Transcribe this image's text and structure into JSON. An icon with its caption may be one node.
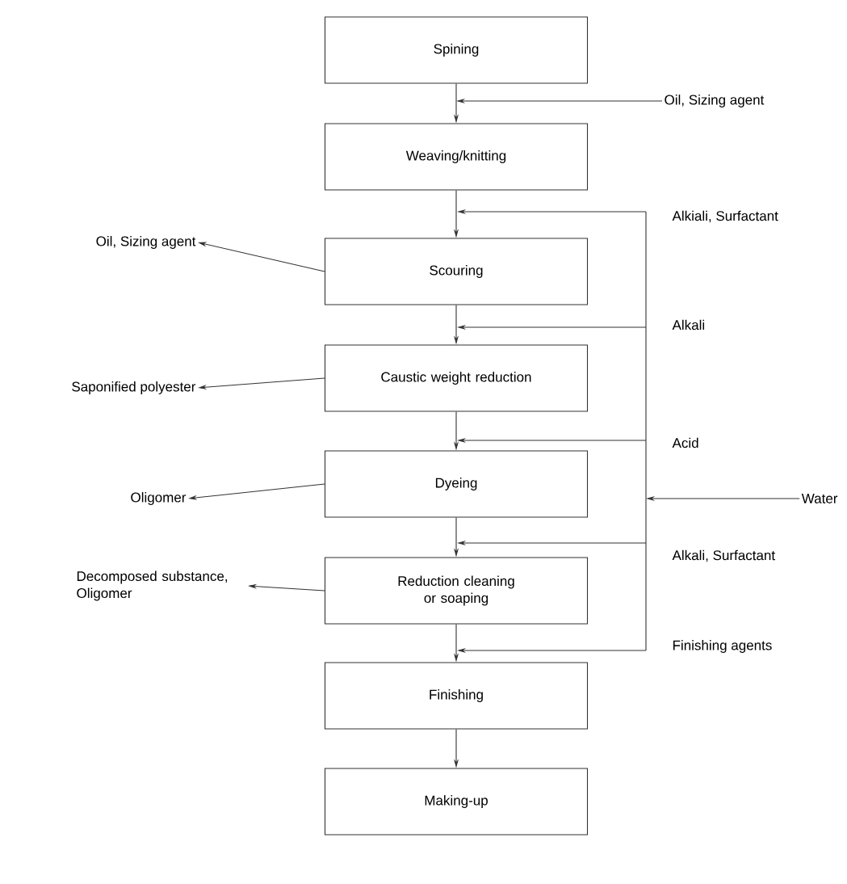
{
  "diagram": {
    "nodes": [
      {
        "text": [
          "Spining"
        ]
      },
      {
        "text": [
          "Weaving/knitting"
        ]
      },
      {
        "text": [
          "Scouring"
        ]
      },
      {
        "text": [
          "Caustic weight reduction"
        ]
      },
      {
        "text": [
          "Dyeing"
        ]
      },
      {
        "text": [
          "Reduction cleaning or soaping"
        ]
      },
      {
        "text": [
          "Finishing"
        ]
      },
      {
        "text": [
          "Making-up"
        ]
      },
      {
        "text": [
          "Oil, Sizing agent"
        ]
      },
      {
        "text": [
          "Oil, Sizing agent"
        ]
      },
      {
        "text": [
          "Saponified polyester"
        ]
      },
      {
        "text": [
          "Oligomer"
        ]
      },
      {
        "text": [
          "Water"
        ]
      },
      {
        "text": [
          "Decomposed substance, Oligomer"
        ]
      }
    ],
    "edges": [
      {
        "from": 0,
        "to": 1,
        "arrow": "to"
      },
      {
        "from": 1,
        "to": 2,
        "arrow": "to"
      },
      {
        "from": 2,
        "to": 3,
        "arrow": "to"
      },
      {
        "from": 3,
        "to": 4,
        "arrow": "to"
      },
      {
        "from": 4,
        "to": 5,
        "arrow": "to"
      },
      {
        "from": 5,
        "to": 6,
        "arrow": "to"
      },
      {
        "from": 6,
        "to": 7,
        "arrow": "to"
      },
      {
        "from": 8,
        "to": null,
        "arrow": "to"
      },
      {
        "from": 2,
        "to": 9,
        "arrow": "to"
      },
      {
        "from": 3,
        "to": 10,
        "arrow": "to"
      },
      {
        "from": 4,
        "to": 11,
        "arrow": "to"
      },
      {
        "from": 12,
        "to": null,
        "arrow": "to"
      },
      {
        "from": 5,
        "to": 13,
        "arrow": "to"
      }
    ],
    "labels": [
      "Alkiali, Surfactant",
      "Alkali",
      "Acid",
      "Alkali, Surfactant",
      "Finishing agents"
    ]
  }
}
